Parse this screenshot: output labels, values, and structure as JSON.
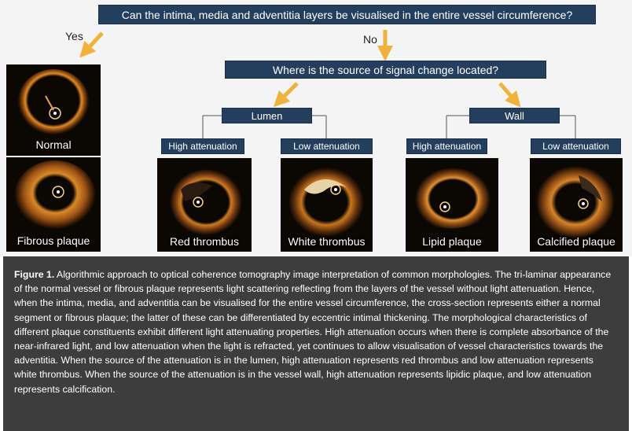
{
  "diagram": {
    "question_1": "Can the intima, media and adventitia layers be visualised in the entire vessel circumference?",
    "answer_yes": "Yes",
    "answer_no": "No",
    "question_2": "Where is the source of signal change located?",
    "branch_lumen": "Lumen",
    "branch_wall": "Wall",
    "lumen_high": "High attenuation",
    "lumen_low": "Low attenuation",
    "wall_high": "High attenuation",
    "wall_low": "Low attenuation"
  },
  "images": {
    "normal": "Normal",
    "fibrous": "Fibrous plaque",
    "red_thrombus": "Red thrombus",
    "white_thrombus": "White thrombus",
    "lipid": "Lipid plaque",
    "calcified": "Calcified plaque"
  },
  "colors": {
    "box_fill": "#243f5e",
    "arrow": "#f0b23a",
    "caption_bg": "#3d3d3d"
  },
  "caption": {
    "label": "Figure 1.",
    "text": " Algorithmic approach to optical coherence tomography image interpretation of common morphologies. The tri-laminar appearance of the normal vessel or fibrous plaque represents light scattering reflecting from the layers of the vessel without light attenuation. Hence, when the intima, media, and adventitia can be visualised for the entire vessel circumference, the cross-section represents either a normal segment or fibrous plaque; the latter of these can be differentiated by eccentric intimal thickening. The morphological characteristics of different plaque constituents exhibit different light attenuating properties. High attenuation occurs when there is complete absorbance of the near-infrared light, and low attenuation when the light is refracted, yet continues to allow visualisation of vessel characteristics towards the adventitia. When the source of the attenuation is in the lumen, high attenuation represents red thrombus and low attenuation represents white thrombus. When the source of the attenuation is in the vessel wall, high attenuation represents lipidic plaque, and low attenuation represents calcification."
  }
}
